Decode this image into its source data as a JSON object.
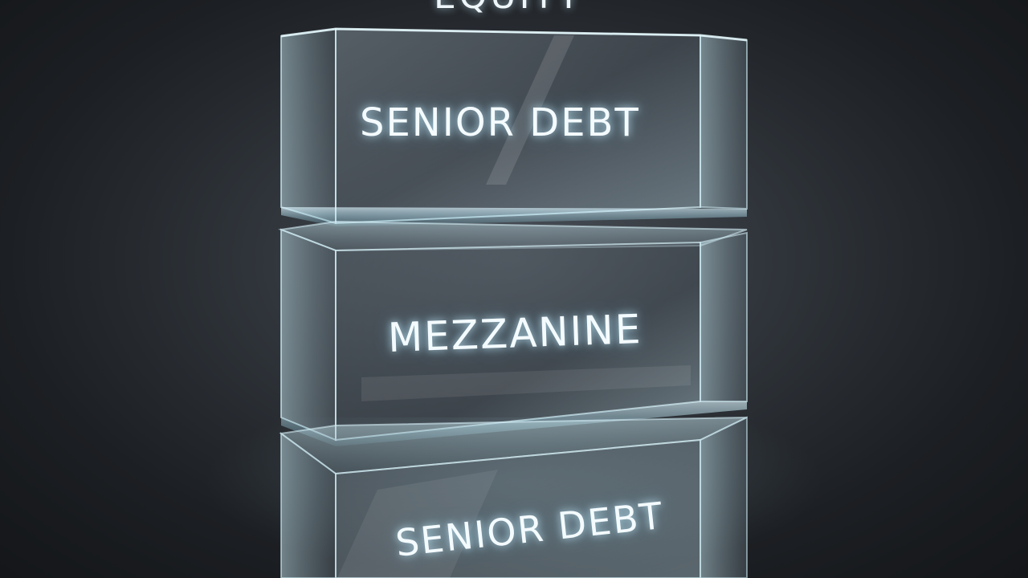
{
  "blocks": {
    "top_partial_label": "EQUITY",
    "upper_label": "SENIOR DEBT",
    "middle_label": "MEZZANINE",
    "reflection_label": "SENIOR DEBT"
  },
  "colors": {
    "background": "#1c1f23",
    "glass_edge": "#bfe6f0",
    "glass_glow": "#8fd3e6",
    "text": "#f4fbff"
  }
}
